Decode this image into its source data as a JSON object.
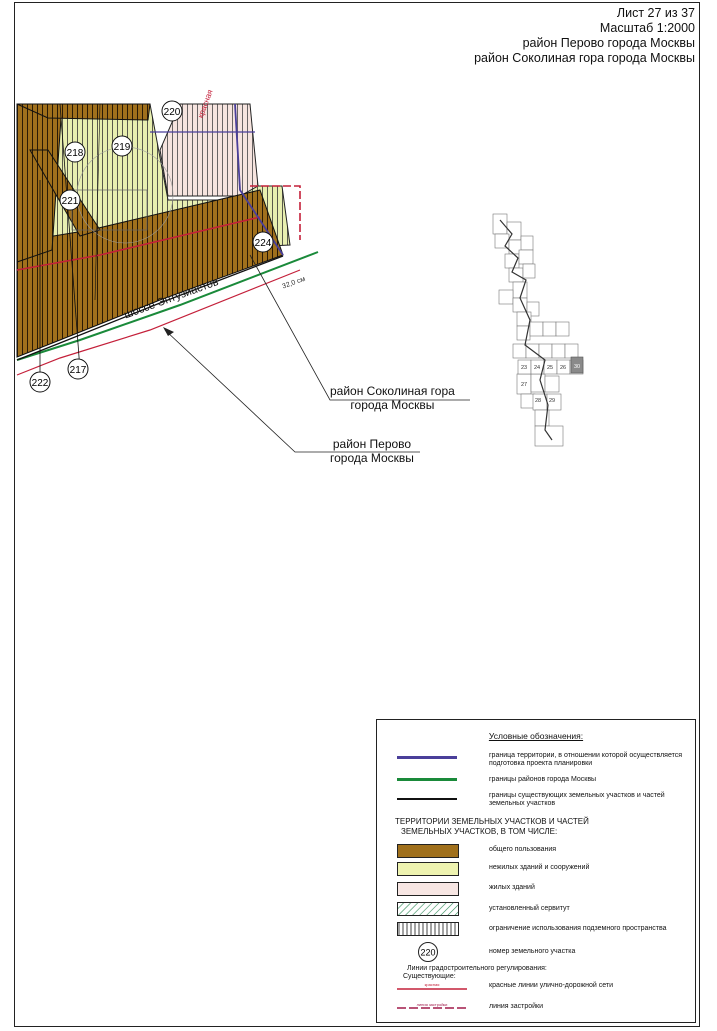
{
  "header": {
    "sheet": "Лист 27 из 37",
    "scale": "Масштаб 1:2000",
    "district1": "район Перово города Москвы",
    "district2": "район Соколиная гора города Москвы"
  },
  "map": {
    "parcels": [
      "220",
      "218",
      "219",
      "221",
      "224",
      "222",
      "217"
    ],
    "road_name": "шоссе Энтузиастов",
    "road_width": "32,0 см",
    "red_line_label": "красная",
    "label_sokolinaya": [
      "район Соколиная гора",
      "города Москвы"
    ],
    "label_perovo": [
      "район Перово",
      "города Москвы"
    ],
    "index_numbers": [
      "27",
      "23",
      "24",
      "25",
      "26",
      "30",
      "28",
      "29"
    ]
  },
  "legend": {
    "title": "Условные обозначения:",
    "items": [
      {
        "text": "граница территории, в отношении которой осуществляется подготовка проекта планировки",
        "color": "#4a3f9a"
      },
      {
        "text": "границы районов города Москвы",
        "color": "#1a8a3a"
      },
      {
        "text": "границы существующих земельных участков и частей земельных участков",
        "color": "#111111"
      }
    ],
    "subtitle": [
      "ТЕРРИТОРИИ ЗЕМЕЛЬНЫХ УЧАСТКОВ И ЧАСТЕЙ",
      "ЗЕМЕЛЬНЫХ УЧАСТКОВ, В ТОМ ЧИСЛЕ:"
    ],
    "fills": [
      {
        "text": "общего пользования",
        "color": "#a0701c"
      },
      {
        "text": "нежилых зданий и сооружений",
        "color": "#eef3b0"
      },
      {
        "text": "жилых зданий",
        "color": "#f7e6e3"
      },
      {
        "text": "установленный сервитут",
        "color": "#2e8b57"
      },
      {
        "text": "ограничение использования подземного пространства",
        "color": "#555555"
      },
      {
        "text": "номер земельного участка",
        "sample": "220"
      }
    ],
    "lines_title": [
      "Линии градостроительного регулирования:",
      "Существующие:"
    ],
    "lines": [
      {
        "text": "красные линии улично-дорожной сети",
        "sample": "красная",
        "color": "#c4203a"
      },
      {
        "text": "линия застройки",
        "sample": "линия застройки",
        "color": "#a01a4a"
      }
    ]
  }
}
